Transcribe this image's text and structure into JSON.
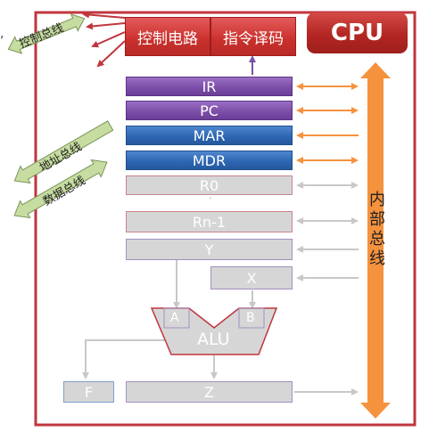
{
  "cpu_label": "CPU",
  "control_circuit": "控制电路",
  "instruction_decoder": "指令译码",
  "registers": {
    "ir": "IR",
    "pc": "PC",
    "mar": "MAR",
    "mdr": "MDR",
    "r0": "R0",
    "ellipsis": "⋮",
    "rn1": "Rn-1",
    "y": "Y",
    "x": "X",
    "z": "Z",
    "f": "F"
  },
  "alu": {
    "label": "ALU",
    "input_a": "A",
    "input_b": "B"
  },
  "internal_bus": "内部总线",
  "external_buses": {
    "control": "控制总线",
    "address": "地址总线",
    "data": "数据总线"
  },
  "colors": {
    "cpu_border": "#c0363d",
    "internal_bus": "#f5923e",
    "bus_arrow": "#f5923e",
    "register_purple": "#7c4fa8",
    "register_blue": "#2f67b3",
    "grey_arrow": "#c8c8c8",
    "external_bus": "#c6dca0"
  }
}
